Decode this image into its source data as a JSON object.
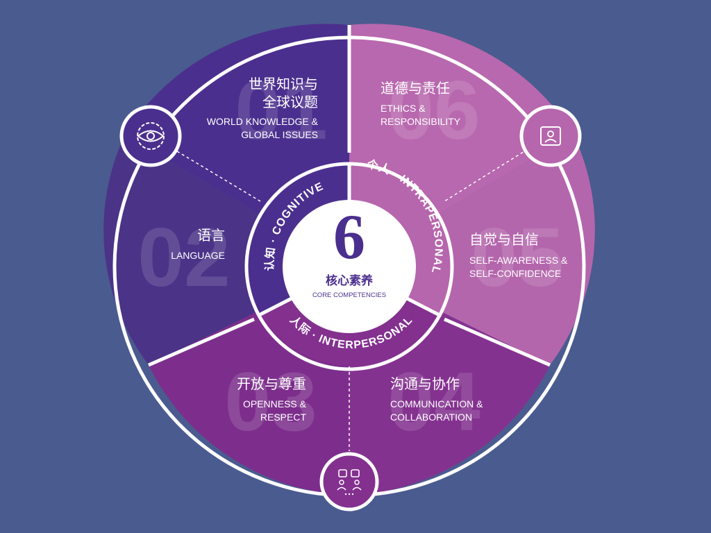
{
  "colors": {
    "background": "#4a5b8f",
    "cognitive": "#4b2f8e",
    "intrapersonal": "#b666ad",
    "interpersonal": "#83308f",
    "center_text": "#4b2f8e",
    "white": "#ffffff"
  },
  "center": {
    "numeral": "6",
    "title_zh": "核心素养",
    "title_en": "CORE COMPETENCIES"
  },
  "rings": {
    "cognitive": "认知 · COGNITIVE",
    "intrapersonal": "个人 · INTRAPERSONAL",
    "interpersonal": "人际 · INTERPERSONAL"
  },
  "segments": [
    {
      "id": "01",
      "number": "01",
      "zh": [
        "世界知识与",
        "全球议题"
      ],
      "en": [
        "WORLD KNOWLEDGE &",
        "GLOBAL ISSUES"
      ]
    },
    {
      "id": "02",
      "number": "02",
      "zh": [
        "语言"
      ],
      "en": [
        "LANGUAGE"
      ]
    },
    {
      "id": "03",
      "number": "03",
      "zh": [
        "开放与尊重"
      ],
      "en": [
        "OPENNESS &",
        "RESPECT"
      ]
    },
    {
      "id": "04",
      "number": "04",
      "zh": [
        "沟通与协作"
      ],
      "en": [
        "COMMUNICATION &",
        "COLLABORATION"
      ]
    },
    {
      "id": "05",
      "number": "05",
      "zh": [
        "自觉与自信"
      ],
      "en": [
        "SELF-AWARENESS &",
        "SELF-CONFIDENCE"
      ]
    },
    {
      "id": "06",
      "number": "06",
      "zh": [
        "道德与责任"
      ],
      "en": [
        "ETHICS &",
        "RESPONSIBILITY"
      ]
    }
  ],
  "icons": [
    "eye-gear-icon",
    "profile-card-icon",
    "people-chat-icon"
  ]
}
